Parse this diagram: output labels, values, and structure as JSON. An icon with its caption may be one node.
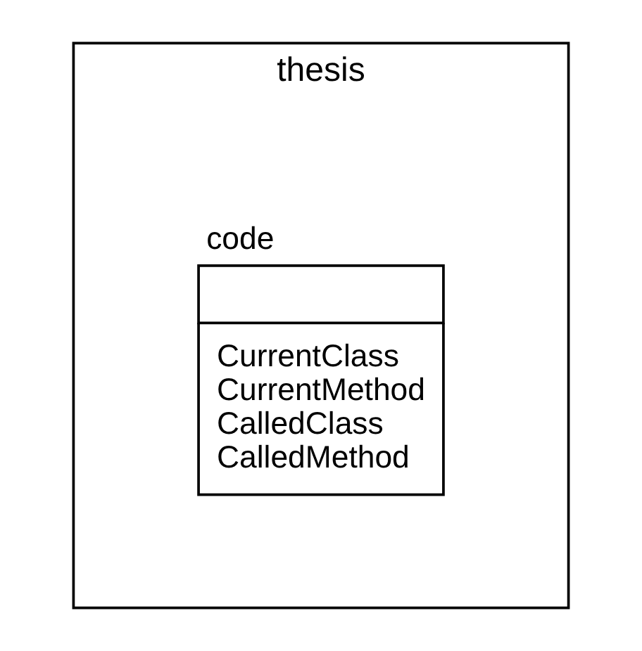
{
  "diagram": {
    "nodes": [
      {
        "text": [
          "thesis"
        ]
      },
      {
        "text": [
          "code",
          "CurrentClass",
          "CurrentMethod",
          "CalledClass",
          "CalledMethod"
        ],
        "in": 0
      }
    ],
    "edges": []
  }
}
